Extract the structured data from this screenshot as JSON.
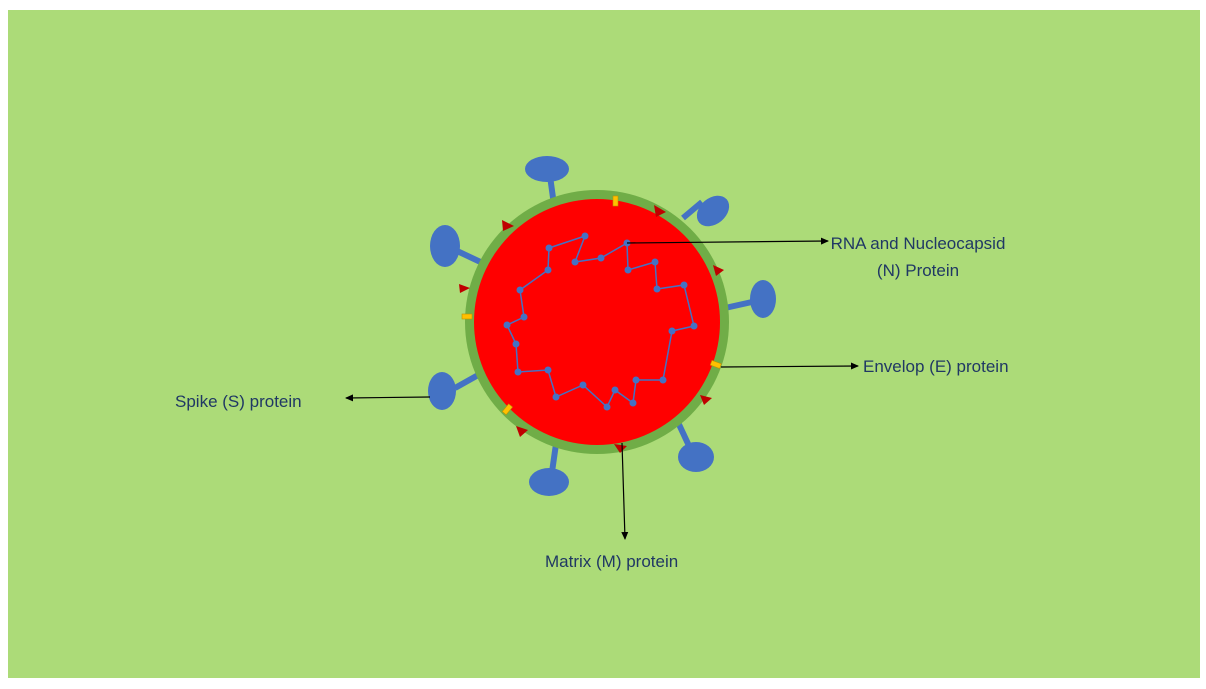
{
  "labels": {
    "rna_line1": "RNA and Nucleocapsid",
    "rna_line2": "(N) Protein",
    "envelope": "Envelop (E) protein",
    "spike": "Spike (S) protein",
    "matrix": "Matrix (M) protein"
  },
  "colors": {
    "background": "#acdb78",
    "membrane": "#70ad47",
    "core": "#ff0000",
    "spike": "#4472c4",
    "rna": "#4472c4",
    "matrix_protein": "#c00000",
    "envelope_protein": "#ffc000",
    "text": "#203864"
  }
}
